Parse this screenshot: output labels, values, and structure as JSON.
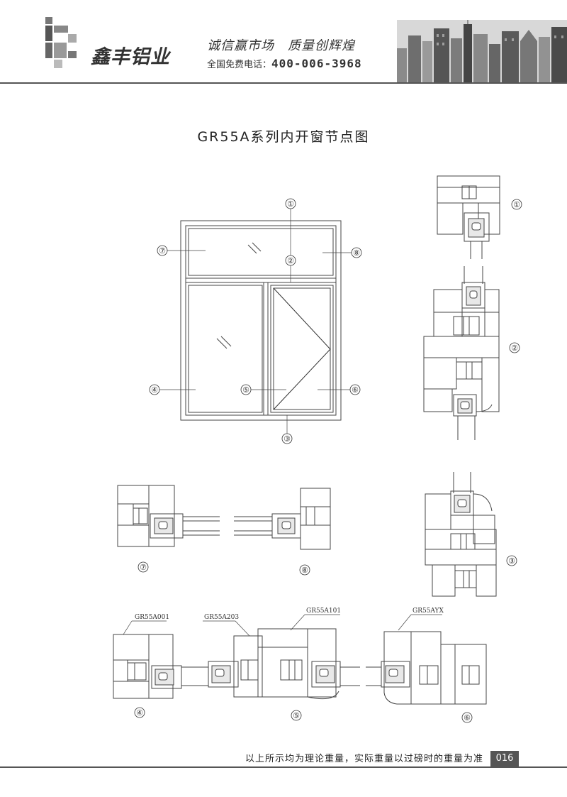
{
  "header": {
    "company": "鑫丰铝业",
    "slogan": "诚信赢市场　质量创辉煌",
    "phone_label": "全国免费电话：",
    "phone_number": "400-006-3968"
  },
  "page_title": "GR55A系列内开窗节点图",
  "callouts": [
    "①",
    "②",
    "③",
    "④",
    "⑤",
    "⑥",
    "⑦",
    "⑧"
  ],
  "profile_codes": [
    "GR55A001",
    "GR55A203",
    "GR55A101",
    "GR55AYX"
  ],
  "footer": {
    "note": "以上所示均为理论重量，实际重量以过磅时的重量为准",
    "page_number": "016"
  }
}
